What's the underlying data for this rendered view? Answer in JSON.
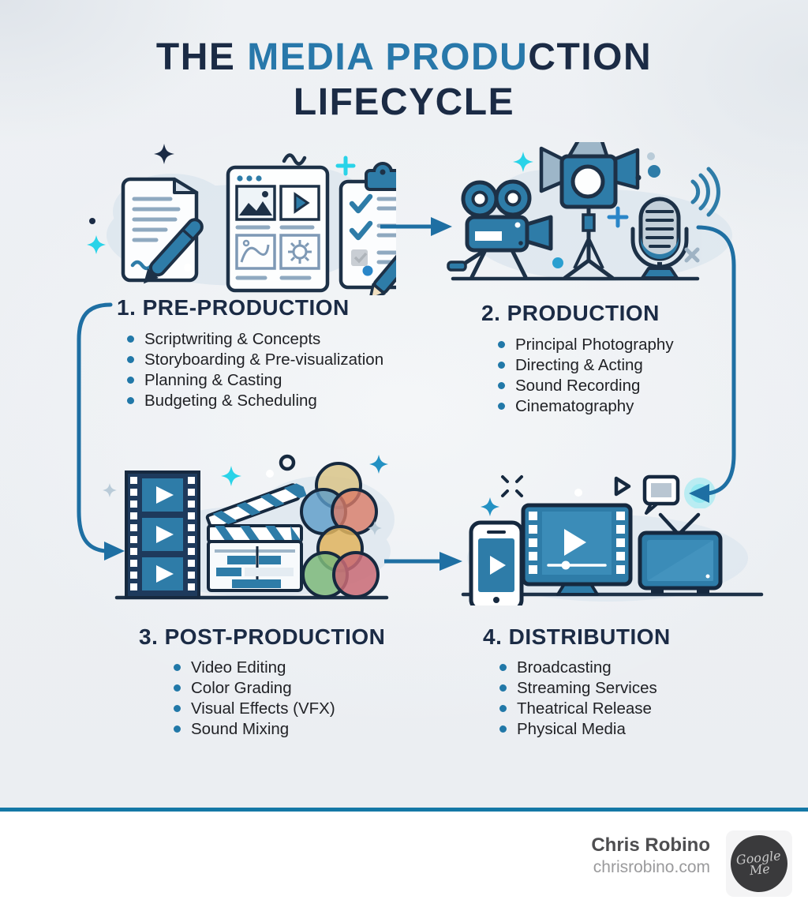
{
  "title": {
    "line1_segments": [
      {
        "text": "THE ",
        "color": "#1b2b45"
      },
      {
        "text": "MEDIA PRODU",
        "color": "#2878aa"
      },
      {
        "text": "CTION",
        "color": "#1b2b45"
      }
    ],
    "line2": "LIFECYCLE"
  },
  "sections": [
    {
      "heading": "1. PRE-PRODUCTION",
      "items": [
        "Scriptwriting & Concepts",
        "Storyboarding & Pre-visualization",
        "Planning & Casting",
        "Budgeting & Scheduling"
      ],
      "icons": [
        "script-document-pen-icon",
        "storyboard-panels-icon",
        "clipboard-checklist-pencil-icon"
      ]
    },
    {
      "heading": "2. PRODUCTION",
      "items": [
        "Principal Photography",
        "Directing & Acting",
        "Sound Recording",
        "Cinematography"
      ],
      "icons": [
        "film-camera-icon",
        "studio-light-icon",
        "microphone-icon"
      ]
    },
    {
      "heading": "3. POST-PRODUCTION",
      "items": [
        "Video Editing",
        "Color Grading",
        "Visual Effects (VFX)",
        "Sound Mixing"
      ],
      "icons": [
        "film-strip-icon",
        "clapperboard-timeline-icon",
        "color-wheel-venn-icon"
      ]
    },
    {
      "heading": "4. DISTRIBUTION",
      "items": [
        "Broadcasting",
        "Streaming Services",
        "Theatrical Release",
        "Physical Media"
      ],
      "icons": [
        "smartphone-icon",
        "monitor-video-player-icon",
        "television-icon",
        "speech-bubble-icon"
      ]
    }
  ],
  "flow": {
    "arrows": [
      "pre-production-to-production",
      "production-to-distribution",
      "pre-production-to-post-production",
      "post-production-to-distribution"
    ]
  },
  "colors": {
    "accent_blue": "#2878aa",
    "icon_blue": "#2e7ca8",
    "navy": "#1b2b45",
    "cyan": "#29d3e8",
    "arrow": "#1e6fa3",
    "footer_rule": "#1478a6",
    "background": "#eef1f4"
  },
  "footer": {
    "author": "Chris Robino",
    "website": "chrisrobino.com",
    "logo_line1": "Google",
    "logo_line2": "Me"
  }
}
